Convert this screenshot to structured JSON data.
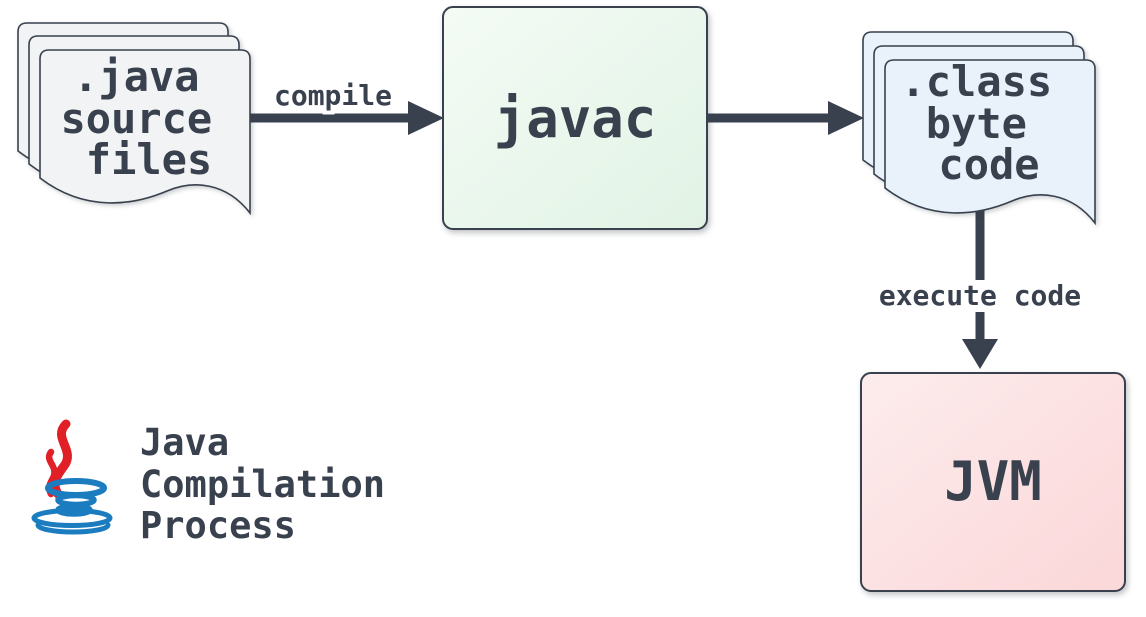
{
  "diagram": {
    "title_lines": [
      "Java",
      "Compilation",
      "Process"
    ],
    "nodes": {
      "source_files": {
        "lines": [
          ".java",
          "source",
          "files"
        ]
      },
      "javac": {
        "label": "javac"
      },
      "class_files": {
        "lines": [
          ".class",
          "byte",
          "code"
        ]
      },
      "jvm": {
        "label": "JVM"
      }
    },
    "edges": {
      "compile": {
        "label": "compile"
      },
      "execute": {
        "label": "execute code"
      }
    },
    "icons": {
      "logo": "java-cup-logo"
    }
  },
  "colors": {
    "bg": "#ffffff",
    "ink": "#38414d",
    "doc-java": "#f2f3f4",
    "doc-class": "#e9f1fb",
    "javac-a": "#f4fbf5",
    "javac-b": "#e1f3e5",
    "jvm-a": "#fdecec",
    "jvm-b": "#fbd7d9",
    "logo-red": "#e01f27",
    "logo-blue": "#1b7dc0"
  }
}
